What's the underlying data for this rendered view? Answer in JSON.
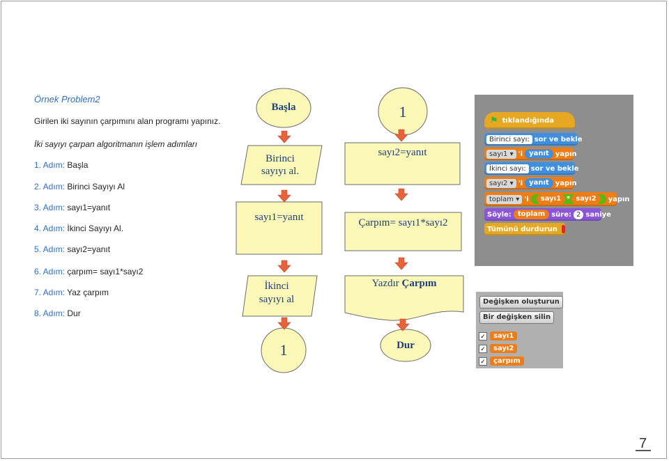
{
  "left_text": {
    "heading": "Örnek Problem2",
    "problem": "Girilen iki sayının çarpımını alan programı yapınız.",
    "algo_title": "İki sayıyı çarpan algoritmanın işlem adımları",
    "steps": [
      {
        "num": "1. Adım:",
        "text": " Başla"
      },
      {
        "num": "2. Adım:",
        "text": " Birinci Sayıyı Al"
      },
      {
        "num": "3. Adım:",
        "text": " sayı1=yanıt"
      },
      {
        "num": "4. Adım:",
        "text": " İkinci Sayıyı Al."
      },
      {
        "num": "5. Adım:",
        "text": " sayı2=yanıt"
      },
      {
        "num": "6. Adım:",
        "text": " çarpım= sayı1*sayı2"
      },
      {
        "num": "7. Adım:",
        "text": " Yaz çarpım"
      },
      {
        "num": "8. Adım:",
        "text": " Dur"
      }
    ]
  },
  "flowchart": {
    "colors": {
      "fill": "#fbf8b8",
      "stroke": "#6b6b6b",
      "arrow": "#e8633a",
      "text": "#1f3f7a"
    },
    "col1": {
      "start": "Başla",
      "input1_l1": "Birinci",
      "input1_l2": "sayıyı al.",
      "process1": "sayı1=yanıt",
      "input2_l1": "İkinci",
      "input2_l2": "sayıyı al",
      "connector": "1"
    },
    "col2": {
      "connector": "1",
      "process2": "sayı2=yanıt",
      "process3": "Çarpım= sayı1*sayı2",
      "output_prefix": "Yazdır ",
      "output_bold": "Çarpım",
      "end": "Dur"
    }
  },
  "scratch_script": {
    "hat": "tıklandığında",
    "b1_slot": "Birinci sayı:",
    "b1_tail": "sor ve bekle",
    "b2_var": "sayı1",
    "b2_mid": "'i",
    "b2_val": "yanıt",
    "b2_tail": "yapın",
    "b3_slot": "İkinci sayı:",
    "b3_tail": "sor ve bekle",
    "b4_var": "sayı2",
    "b4_mid": "'i",
    "b4_val": "yanıt",
    "b4_tail": "yapın",
    "b5_var": "toplam",
    "b5_mid": "'i",
    "b5_a": "sayı1",
    "b5_op": "*",
    "b5_b": "sayı2",
    "b5_tail": "yapın",
    "b6_say": "Söyle:",
    "b6_var": "toplam",
    "b6_sure": "süre:",
    "b6_num": "2",
    "b6_unit": "saniye",
    "b7": "Tümünü durdurun"
  },
  "variables_palette": {
    "btn_make": "Değişken oluşturun",
    "btn_delete": "Bir değişken silin",
    "vars": [
      "sayı1",
      "sayı2",
      "çarpım"
    ],
    "check": "✓"
  },
  "page_number": "7"
}
